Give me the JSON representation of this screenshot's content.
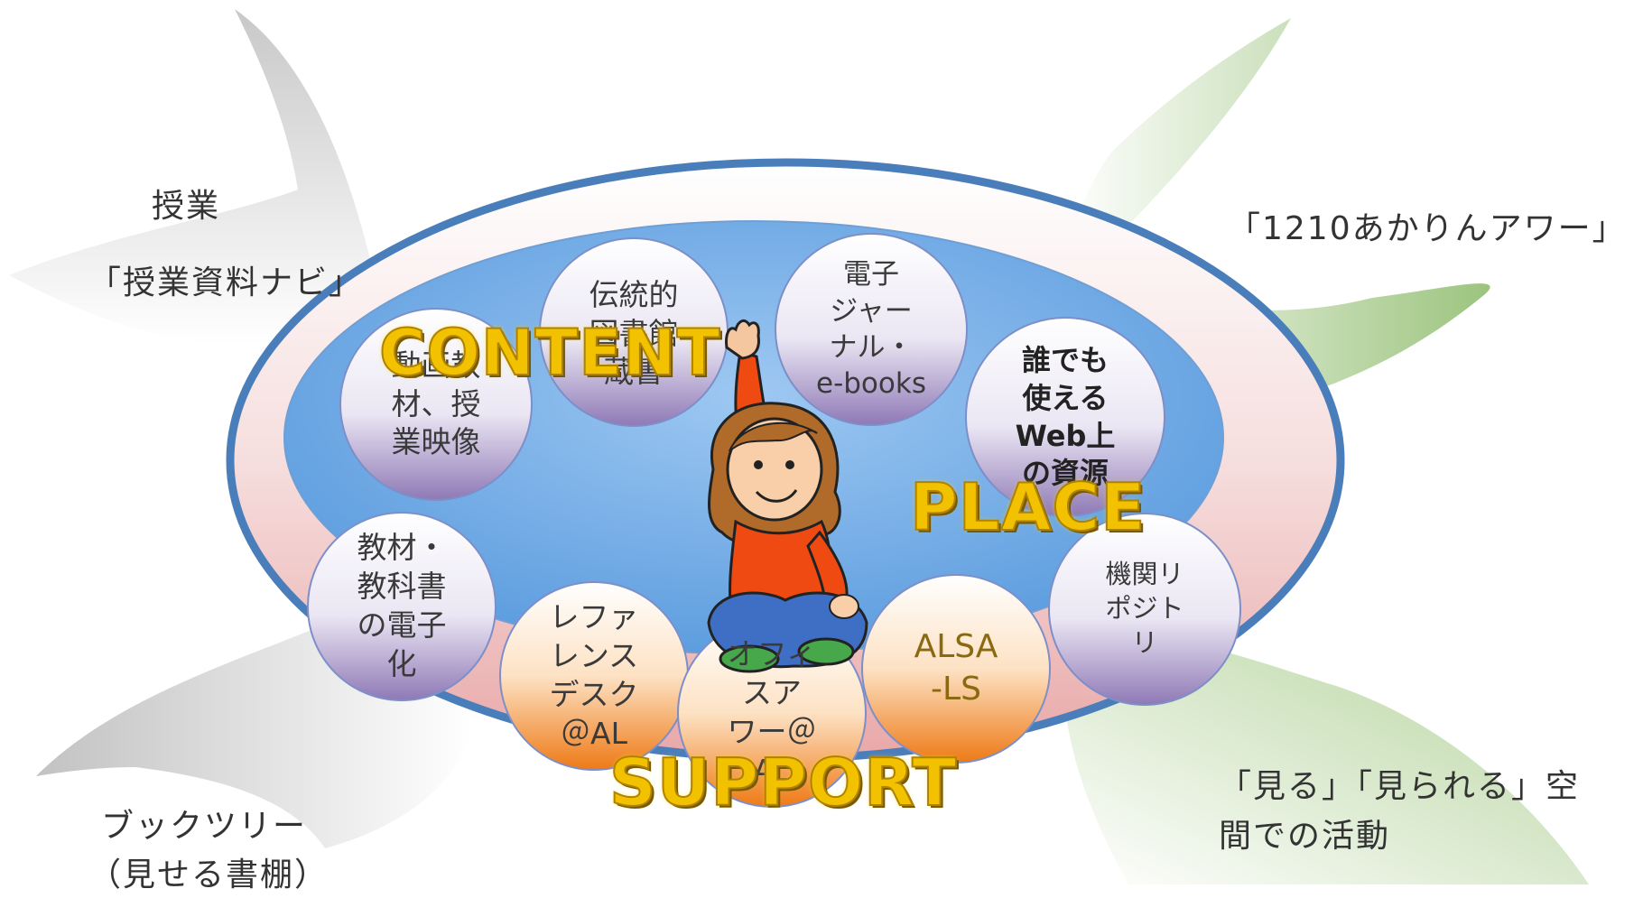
{
  "corners": {
    "top_left_line1": "授業",
    "top_left_line2": "「授業資料ナビ」",
    "top_right": "「1210あかりんアワー」",
    "bottom_left_line1": "ブックツリー",
    "bottom_left_line2": "（見せる書棚）",
    "bottom_right_line1": "「見る」「見られる」空",
    "bottom_right_line2": "間での活動"
  },
  "circles": {
    "video": "動画教\n材、授\n業映像",
    "library": "伝統的\n図書館\n蔵書",
    "journals": "電子\nジャー\nナル・\ne-books",
    "web": "誰でも\n使える\nWeb上\nの資源",
    "textbook": "教材・\n教科書\nの電子\n化",
    "reference": "レファ\nレンス\nデスク\n＠AL",
    "office_hour": "オフィ\nスア\nワー＠\nAL",
    "alsa": "ALSA\n-LS",
    "repository": "機関リ\nポジト\nリ"
  },
  "labels": {
    "content": "CONTENT",
    "place": "PLACE",
    "support": "SUPPORT"
  },
  "colors": {
    "outer_ellipse_border": "#4a7ebb",
    "inner_ellipse": "#7eb3ea",
    "purple_bubble": "#a99bc6",
    "orange_bubble": "#ef8a2e",
    "gold_text": "#f2c200"
  }
}
